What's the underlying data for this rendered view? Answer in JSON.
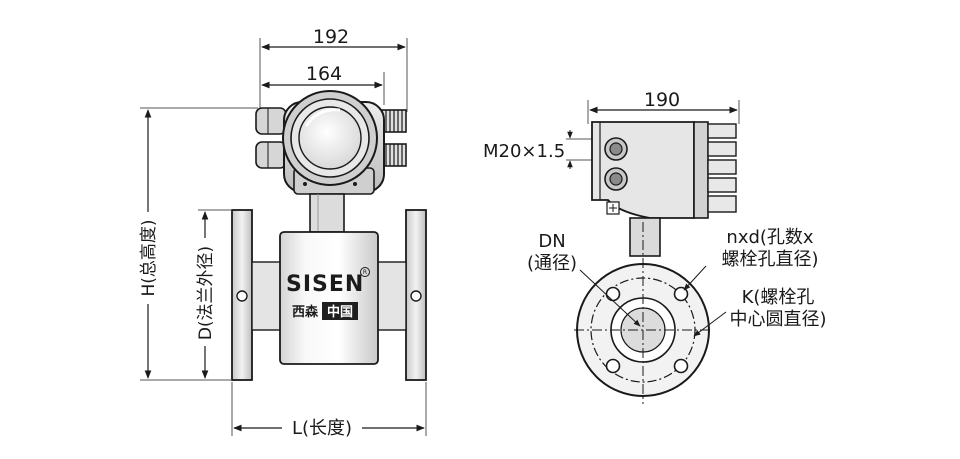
{
  "dimensions": {
    "width_192": "192",
    "width_164": "164",
    "side_width_190": "190",
    "thread": "M20×1.5"
  },
  "labels": {
    "total_height": "H(总高度)",
    "flange_od": "D(法兰外径)",
    "length": "L(长度)",
    "dn_line1": "DN",
    "dn_line2": "(通径)",
    "bolts_line1": "nxd(孔数x",
    "bolts_line2": "螺栓孔直径)",
    "pcd_line1": "K(螺栓孔",
    "pcd_line2": "中心圆直径)"
  },
  "brand": {
    "name": "SISEN",
    "reg_mark": "R",
    "cn_left": "西森",
    "cn_right": "中国"
  }
}
